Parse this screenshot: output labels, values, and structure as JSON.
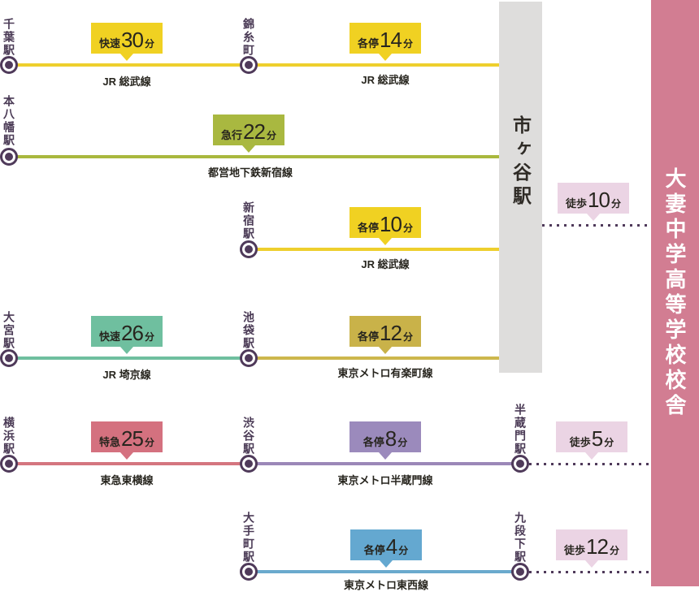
{
  "school": {
    "name": "大妻中学高等学校校舎",
    "bar_color": "#d27d92"
  },
  "hub": {
    "name": "市ヶ谷駅",
    "bar_color": "#dedddc",
    "walk": {
      "type": "徒歩",
      "minutes": "10",
      "unit": "分",
      "color": "#ebd4e4"
    }
  },
  "routes": [
    {
      "origin": "千葉駅",
      "mid": "錦糸町",
      "seg1": {
        "badge_type": "快速",
        "badge_min": "30",
        "badge_unit": "分",
        "badge_color": "#f0d122",
        "line_color": "#eecf2d",
        "label": "JR 総武線"
      },
      "seg2": {
        "badge_type": "各停",
        "badge_min": "14",
        "badge_unit": "分",
        "badge_color": "#f0d122",
        "line_color": "#eecf2d",
        "label": "JR 総武線"
      }
    },
    {
      "origin": "本八幡駅",
      "seg1": {
        "badge_type": "急行",
        "badge_min": "22",
        "badge_unit": "分",
        "badge_color": "#a9b840",
        "line_color": "#a9b83e",
        "label": "都営地下鉄新宿線"
      }
    },
    {
      "origin": "新宿駅",
      "seg1": {
        "badge_type": "各停",
        "badge_min": "10",
        "badge_unit": "分",
        "badge_color": "#f0d122",
        "line_color": "#eecf2d",
        "label": "JR 総武線"
      }
    },
    {
      "origin": "大宮駅",
      "mid": "池袋駅",
      "seg1": {
        "badge_type": "快速",
        "badge_min": "26",
        "badge_unit": "分",
        "badge_color": "#6fbf9f",
        "line_color": "#6fbf9f",
        "label": "JR 埼京線"
      },
      "seg2": {
        "badge_type": "各停",
        "badge_min": "12",
        "badge_unit": "分",
        "badge_color": "#c9b249",
        "line_color": "#cdb74d",
        "label": "東京メトロ有楽町線"
      }
    },
    {
      "origin": "横浜駅",
      "mid": "渋谷駅",
      "end": "半蔵門駅",
      "seg1": {
        "badge_type": "特急",
        "badge_min": "25",
        "badge_unit": "分",
        "badge_color": "#d4717f",
        "line_color": "#d4757f",
        "label": "東急東横線"
      },
      "seg2": {
        "badge_type": "各停",
        "badge_min": "8",
        "badge_unit": "分",
        "badge_color": "#9b8abc",
        "line_color": "#9b87b8",
        "label": "東京メトロ半蔵門線"
      },
      "walk": {
        "type": "徒歩",
        "minutes": "5",
        "unit": "分",
        "color": "#ebd4e4"
      }
    },
    {
      "origin": "大手町駅",
      "end": "九段下駅",
      "seg1": {
        "badge_type": "各停",
        "badge_min": "4",
        "badge_unit": "分",
        "badge_color": "#64a8d0",
        "line_color": "#6aaacd",
        "label": "東京メトロ東西線"
      },
      "walk": {
        "type": "徒歩",
        "minutes": "12",
        "unit": "分",
        "color": "#ebd4e4"
      }
    }
  ]
}
